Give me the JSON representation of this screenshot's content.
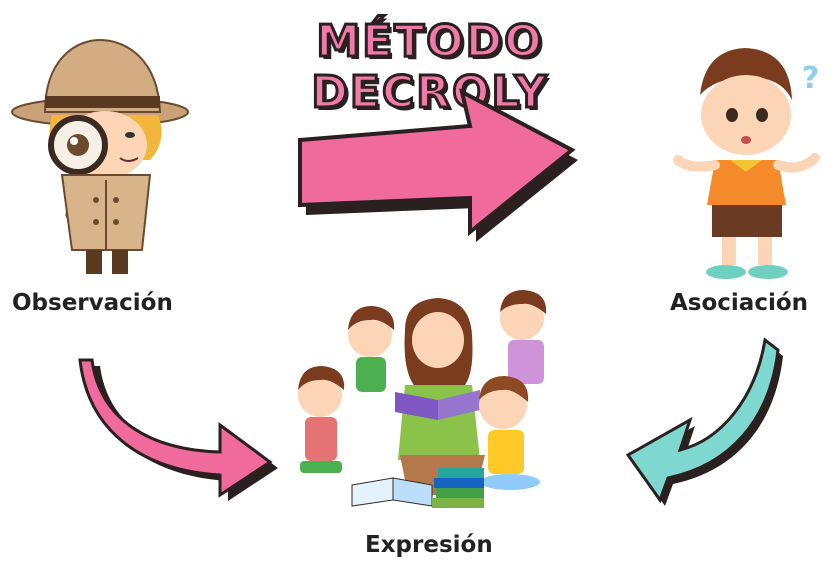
{
  "title": "MÉTODO DECROLY",
  "steps": {
    "observacion": "Observación",
    "asociacion": "Asociación",
    "expresion": "Expresión"
  },
  "colors": {
    "title_fill": "#f07aa8",
    "outline": "#2a2020",
    "arrow_pink": "#f06a9c",
    "arrow_teal": "#7fd8d0"
  },
  "icons": {
    "observacion": "detective-child-with-magnifier-icon",
    "asociacion": "confused-child-shrugging-icon",
    "expresion": "teacher-reading-with-children-icon"
  }
}
